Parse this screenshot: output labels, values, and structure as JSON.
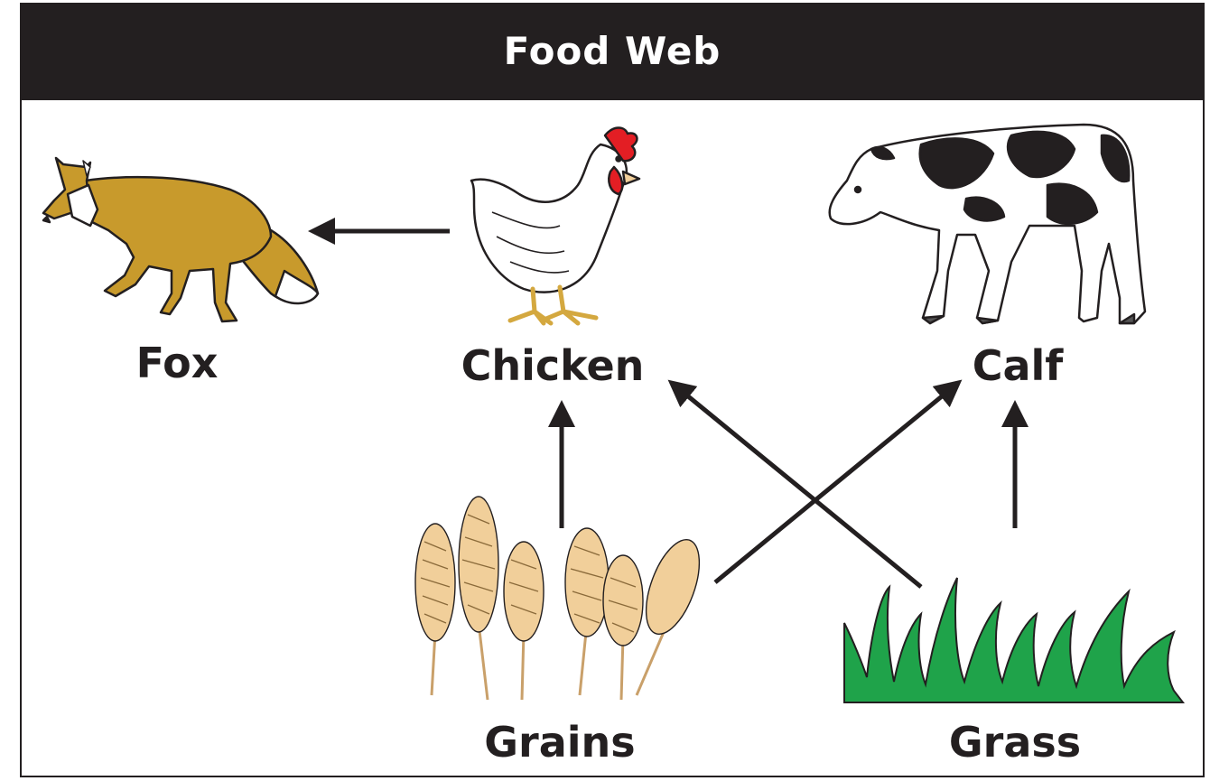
{
  "title": "Food Web",
  "organisms": {
    "fox": "Fox",
    "chicken": "Chicken",
    "calf": "Calf",
    "grains": "Grains",
    "grass": "Grass"
  },
  "arrows": [
    {
      "from": "chicken",
      "to": "fox"
    },
    {
      "from": "grains",
      "to": "chicken"
    },
    {
      "from": "grains",
      "to": "calf"
    },
    {
      "from": "grass",
      "to": "chicken"
    },
    {
      "from": "grass",
      "to": "calf"
    }
  ],
  "colors": {
    "header": "#231f20",
    "fox": "#c89a2c",
    "grain": "#f1cf9a",
    "grass": "#1fa34a",
    "chicken_comb": "#e31e24",
    "arrow": "#231f20"
  }
}
